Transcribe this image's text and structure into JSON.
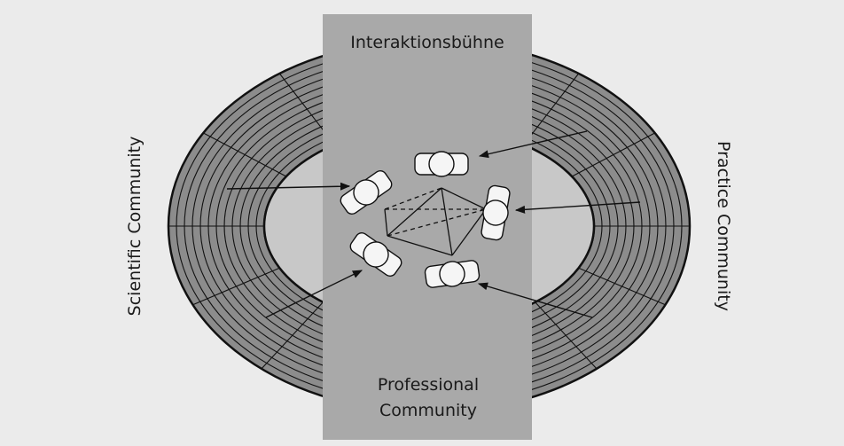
{
  "labels": {
    "stage": "Interaktionsbühne",
    "scientific": "Scientific Community",
    "practice": "Practice Community",
    "professional_line1": "Professional",
    "professional_line2": "Community"
  },
  "colors": {
    "background": "#ebebeb",
    "stands": "#8c8c8c",
    "arena_floor": "#c8c8c8",
    "stage": "#a9a9a9",
    "figures": "#f5f5f5",
    "lines": "#111111"
  }
}
